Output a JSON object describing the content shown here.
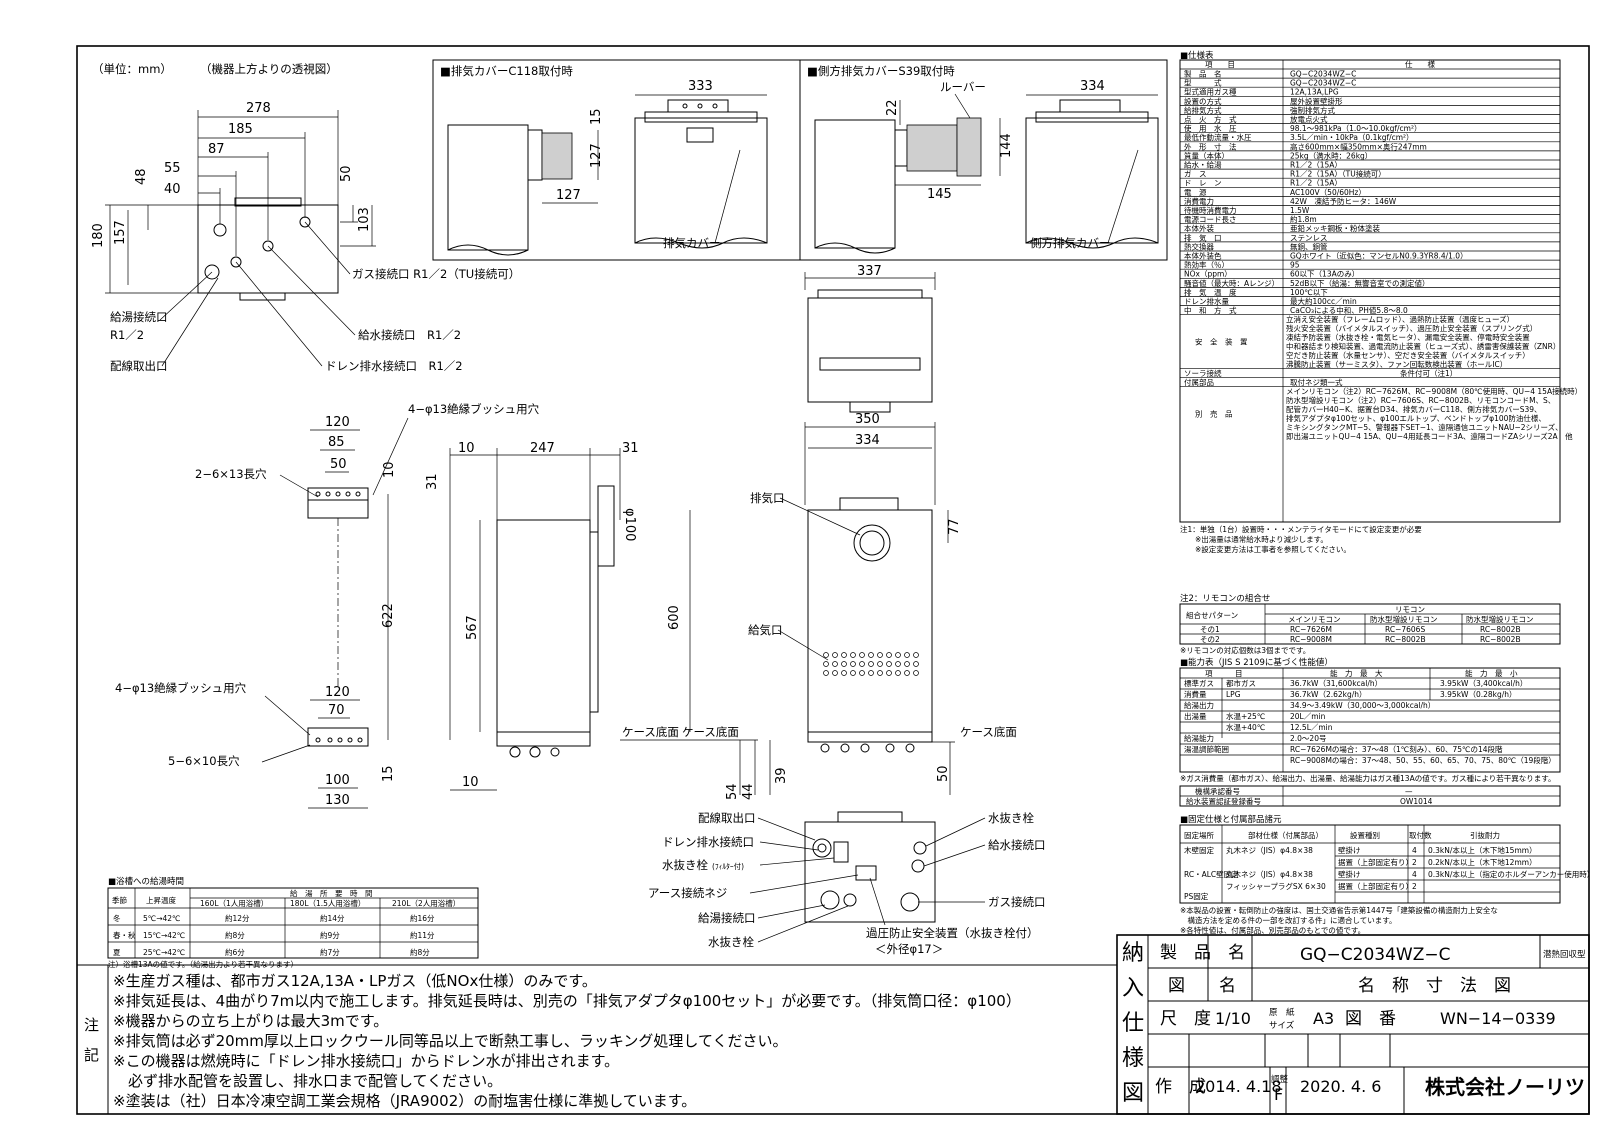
{
  "header": {
    "unit": "（単位：mm）",
    "top_view_caption": "（機器上方よりの透視図）"
  },
  "top_view": {
    "dims": [
      "278",
      "185",
      "87",
      "55",
      "40",
      "48",
      "50",
      "180",
      "157",
      "103"
    ],
    "callouts": {
      "gas": "ガス接続口 R1／2（TU接続可）",
      "hot_water": "給湯接続口",
      "hot_water_size": "R1／2",
      "water_supply": "給水接続口　R1／2",
      "wiring": "配線取出口",
      "drain": "ドレン排水接続口　R1／2"
    }
  },
  "panel1": {
    "title": "■排気カバーC118取付時",
    "dims": [
      "333",
      "15",
      "127",
      "127"
    ],
    "label": "排気カバー"
  },
  "panel2": {
    "title": "■側方排気カバーS39取付時",
    "dims": [
      "334",
      "22",
      "144",
      "145"
    ],
    "label_louver": "ルーバー",
    "label_cover": "側方排気カバー"
  },
  "front_top": {
    "dims": [
      "337"
    ]
  },
  "bracket": {
    "dims": [
      "120",
      "85",
      "50",
      "10",
      "31",
      "622",
      "120",
      "70",
      "100",
      "130",
      "15"
    ],
    "callouts": {
      "top_holes": "4−φ13絶縁ブッシュ用穴",
      "top_slot": "2−6×13長穴",
      "bottom_holes": "4−φ13絶縁ブッシュ用穴",
      "bottom_slot": "5−6×10長穴"
    }
  },
  "side_view": {
    "dims": [
      "10",
      "247",
      "31",
      "φ100",
      "567",
      "10",
      "54",
      "44",
      "39"
    ],
    "label": "ケース底面"
  },
  "front_view": {
    "dims": [
      "350",
      "334",
      "77",
      "600",
      "50"
    ],
    "labels": {
      "exhaust": "排気口",
      "intake": "給気口",
      "case_bottom_left": "ケース底面",
      "case_bottom_right": "ケース底面"
    }
  },
  "bottom_view": {
    "labels": {
      "wiring": "配線取出口",
      "drain": "ドレン排水接続口",
      "drain_plug_filter": "水抜き栓",
      "filter_note": "(ﾌｨﾙﾀｰ付)",
      "earth": "アース接続ネジ",
      "hot": "給湯接続口",
      "drain_plug": "水抜き栓",
      "drain_plug_r": "水抜き栓",
      "water": "給水接続口",
      "gas": "ガス接続口",
      "relief": "過圧防止安全装置（水抜き栓付）",
      "outer_dia": "＜外径φ17＞"
    }
  },
  "bath_table": {
    "title": "■浴槽への給湯時間",
    "headers": [
      "季節",
      "上昇温度",
      "給　湯　所　要　時　間",
      "160L（1人用浴槽）",
      "180L（1.5人用浴槽）",
      "210L（2人用浴槽）"
    ],
    "rows": [
      [
        "冬",
        "5℃→42℃",
        "約12分",
        "約14分",
        "約16分"
      ],
      [
        "春・秋",
        "15℃→42℃",
        "約8分",
        "約9分",
        "約11分"
      ],
      [
        "夏",
        "25℃→42℃",
        "約6分",
        "約7分",
        "約8分"
      ]
    ],
    "footnote": "注）浴槽13Aの値です。（給湯出力より若干異なります）"
  },
  "spec_table": {
    "title": "■仕様表",
    "head": [
      "項　　目",
      "仕　　様"
    ],
    "rows": [
      [
        "製　品　名",
        "GQ−C2034WZ−C"
      ],
      [
        "型　　　式",
        "GQ−C2034WZ−C"
      ],
      [
        "型式適用ガス種",
        "12A,13A,LPG"
      ],
      [
        "設置の方式",
        "屋外設置壁掛形"
      ],
      [
        "給排気方式",
        "強制排気方式"
      ],
      [
        "点　火　方　式",
        "放電点火式"
      ],
      [
        "使　用　水　圧",
        "98.1〜981kPa（1.0〜10.0kgf/cm²）"
      ],
      [
        "最低作動流量・水圧",
        "3.5L／min・10kPa（0.1kgf/cm²）"
      ],
      [
        "外　形　寸　法",
        "高さ600mm×幅350mm×奥行247mm"
      ],
      [
        "質量（本体）",
        "25kg（満水時：26kg）"
      ],
      [
        "給水・給湯",
        "R1／2（15A）"
      ],
      [
        "ガ　ス",
        "R1／2（15A）（TU接続可）"
      ],
      [
        "ド　レ　ン",
        "R1／2（15A）"
      ],
      [
        "電　源",
        "AC100V（50/60Hz）"
      ],
      [
        "消費電力",
        "42W　凍結予防ヒータ：146W"
      ],
      [
        "待機時消費電力",
        "1.5W"
      ],
      [
        "電源コード長さ",
        "約1.8m"
      ],
      [
        "本体外装",
        "亜鉛メッキ鋼板・粉体塗装"
      ],
      [
        "排　気　口",
        "ステンレス"
      ],
      [
        "熱交換器",
        "無銅、銅管"
      ],
      [
        "本体外装色",
        "GQホワイト（近似色：マンセルN0.9.3YR8.4/1.0）"
      ],
      [
        "熱効率（％）",
        "95"
      ],
      [
        "NOx（ppm）",
        "60以下（13Aのみ）"
      ],
      [
        "騒音値（最大時：Aレンジ）",
        "52dB以下（給湯：無響音室での測定値）"
      ],
      [
        "排　気　温　度",
        "100℃以下"
      ],
      [
        "ドレン排水量",
        "最大約100cc／min"
      ],
      [
        "中　和　方　式",
        "CaCO₃による中和、PH値5.8〜8.0"
      ]
    ],
    "safety_label": "安　全　装　置",
    "safety": [
      "立消え安全装置（フレームロッド）、過熱防止装置（温度ヒューズ）",
      "残火安全装置（バイメタルスイッチ）、過圧防止安全装置（スプリング式）",
      "凍結予防装置（水抜き栓・電気ヒータ）、漏電安全装置、停電時安全装置",
      "中和器詰まり検知装置、過電流防止装置（ヒューズ式）、誘雷害保護装置（ZNR）",
      "空だき防止装置（水量センサ）、空だき安全装置（バイメタルスイッチ）",
      "沸騰防止装置（サーミスタ）、ファン回転数検出装置（ホールIC）"
    ],
    "solar": [
      "ソーラ接続",
      "条件付可（注1）"
    ],
    "accessory": [
      "付属部品",
      "取付ネジ類一式"
    ],
    "options_label": "別　売　品",
    "options": [
      "メインリモコン（注2）RC−7626M、RC−9008M（80℃使用時、QU−4 15A接続時）",
      "防水型増設リモコン（注2）RC−7606S、RC−8002B、リモコンコードM、S、",
      "配管カバーH40−K、据置台D34、排気カバーC118、側方排気カバーS39、",
      "排気アダプタφ100セット、φ100エルトップ、ベンドトップφ100防油仕様、",
      "ミキシングタンクMT−5、警報器下SET−1、遠隔通信ユニットNAU−2シリーズ、",
      "即出湯ユニットQU−4 15A、QU−4用延長コード3A、遠隔コードZAシリーズ2A　他"
    ],
    "note1": [
      "注1：単独（1台）設置時・・・メンテライタモードにて設定変更が必要",
      "　　※出湯量は通常給水時より減少します。",
      "　　※設定変更方法は工事者を参照してください。"
    ]
  },
  "remote_table": {
    "title": "注2：リモコンの組合せ",
    "headers": [
      "組合せパターン",
      "リモコン",
      "メインリモコン",
      "防水型増設リモコン",
      "防水型増設リモコン"
    ],
    "rows": [
      [
        "その1",
        "RC−7626M",
        "RC−7606S",
        "RC−8002B"
      ],
      [
        "その2",
        "RC−9008M",
        "RC−8002B",
        "RC−8002B"
      ]
    ],
    "footnote": "※リモコンの対応個数は3個までです。"
  },
  "capacity_table": {
    "title": "■能力表（JIS S 2109に基づく性能値）",
    "headers": [
      "項　　　目",
      "能　力　最　大",
      "能　力　最　小"
    ],
    "rows": [
      [
        "標準ガス",
        "都市ガス",
        "36.7kW（31,600kcal/h）",
        "3.95kW（3,400kcal/h）"
      ],
      [
        "消費量",
        "LPG",
        "36.7kW（2.62kg/h）",
        "3.95kW（0.28kg/h）"
      ],
      [
        "給湯出力",
        "",
        "34.9〜3.49kW（30,000〜3,000kcal/h）",
        ""
      ],
      [
        "出湯量",
        "水温+25℃",
        "20L／min",
        ""
      ],
      [
        "",
        "水温+40℃",
        "12.5L／min",
        ""
      ],
      [
        "給湯能力",
        "",
        "2.0〜20号",
        ""
      ],
      [
        "湯温調節範囲",
        "",
        "RC−7626Mの場合：37〜48（1℃刻み）、60、75℃の14段階",
        ""
      ],
      [
        "",
        "",
        "RC−9008Mの場合：37〜48、50、55、60、65、70、75、80℃（19段階）",
        ""
      ]
    ],
    "footnote": "※ガス消費量（都市ガス）、給湯出力、出湯量、給湯能力はガス種13Aの値です。ガス種により若干異なります。",
    "approval": [
      "機構承認番号",
      "—"
    ],
    "register": [
      "給水装置認証登録番号",
      "OW1014"
    ]
  },
  "fix_table": {
    "title": "■固定仕様と付属部品諸元",
    "headers": [
      "固定場所",
      "部材仕様（付属部品）",
      "設置種別",
      "取付数",
      "引抜耐力"
    ],
    "rows": [
      [
        "木壁固定",
        "丸木ネジ（JIS）φ4.8×38",
        "壁掛け",
        "4",
        "0.3kN/本以上（木下地15mm）"
      ],
      [
        "",
        "",
        "据置（上部固定有り）",
        "2",
        "0.2kN/本以上（木下地12mm）"
      ],
      [
        "RC・ALC壁固定",
        "丸木ネジ（JIS）φ4.8×38",
        "壁掛け",
        "4",
        "0.3kN/本以上（指定のホルダーアンカー使用時）"
      ],
      [
        "",
        "フィッシャープラグSX 6×30",
        "据置（上部固定有り）",
        "2",
        ""
      ],
      [
        "PS固定",
        "",
        "",
        "",
        ""
      ]
    ],
    "footnotes": [
      "※本製品の設置・転倒防止の強度は、国土交通省告示第1447号「建築設備の構造耐力上安全な",
      "　構造方法を定める件の一部を改訂する件」に適合しています。",
      "※各特性値は、付属部品、別売部品のもとでの値です。"
    ]
  },
  "notes": {
    "label": "注記",
    "lines": [
      "※生産ガス種は、都市ガス12A,13A・LPガス（低NOx仕様）のみです。",
      "※排気延長は、4曲がり7m以内で施工します。排気延長時は、別売の「排気アダプタφ100セット」が必要です。（排気筒口径：φ100）",
      "※機器からの立ち上がりは最大3mです。",
      "※排気筒は必ず20mm厚以上ロックウール同等品以上で断熱工事し、ラッキング処理してください。",
      "※この機器は燃焼時に「ドレン排水接続口」からドレン水が排出されます。",
      "　必ず排水配管を設置し、排水口まで配管してください。",
      "※塗装は（社）日本冷凍空調工業会規格（JRA9002）の耐塩害仕様に準拠しています。"
    ]
  },
  "title_block": {
    "vertical": [
      "納",
      "入",
      "仕",
      "様",
      "図"
    ],
    "product_label": "製　品　名",
    "product": "GQ−C2034WZ−C",
    "type": "潜熱回収型",
    "drawing_label": "図　　名",
    "drawing": "名　称　寸　法　図",
    "scale_label": "尺　度",
    "scale": "1/10",
    "paper_label_1": "原　紙",
    "paper_label_2": "サイズ",
    "paper": "A3",
    "number_label": "図　番",
    "number": "WN−14−0339",
    "made_label": "作　成",
    "made": "2014. 4.18",
    "rev_label": "調整",
    "rev_mark": "F",
    "rev": "2020. 4. 6",
    "company": "株式会社ノーリツ"
  }
}
